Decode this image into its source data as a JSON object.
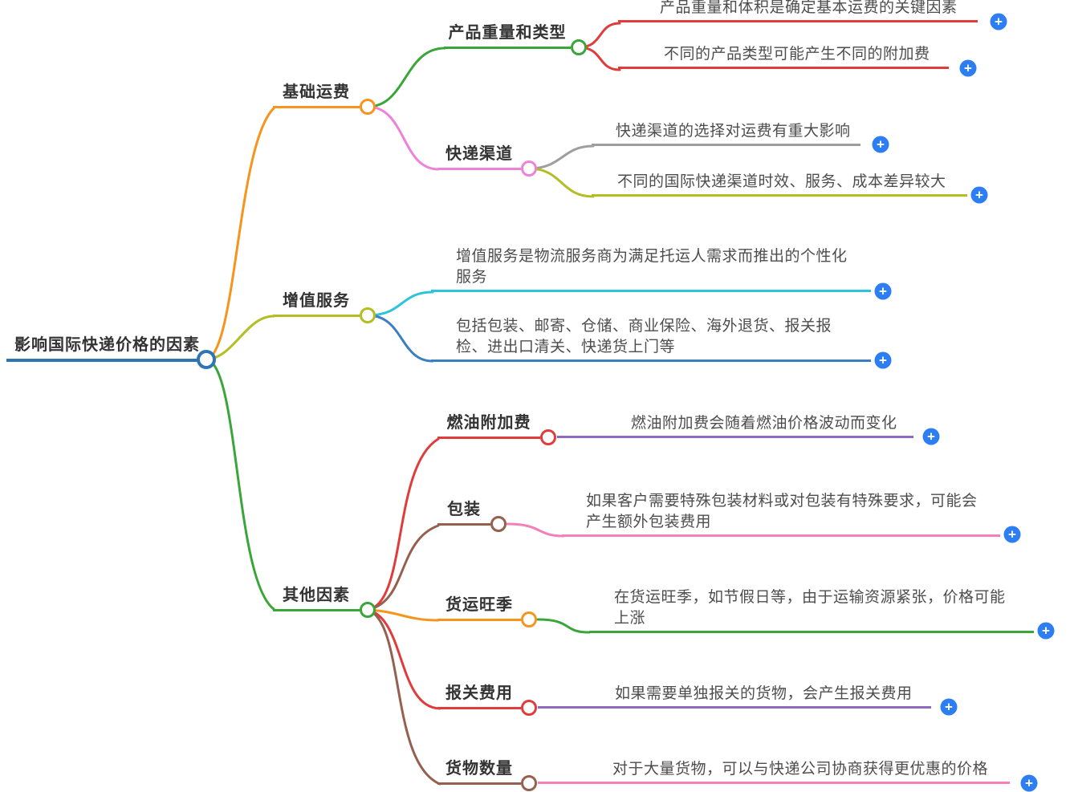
{
  "palette": {
    "root_blue": "#2e75b6",
    "add_button_blue": "#2c7ef2",
    "orange": "#f7941d",
    "green": "#3aa63a",
    "olive": "#b4bd22",
    "red": "#e03c3c",
    "pink_magenta": "#ee82d9",
    "gray": "#9e9e9e",
    "cyan": "#2bc4da",
    "steel_blue": "#3a7fc1",
    "purple": "#8e6ac1",
    "brown": "#96604f",
    "pink": "#f47fba"
  },
  "icons": {
    "add_label": "+"
  },
  "map": {
    "root": {
      "label": "影响国际快递价格的因素"
    },
    "children": [
      {
        "label": "基础运费",
        "children": [
          {
            "label": "产品重量和类型",
            "children": [
              {
                "label": "产品重量和体积是确定基本运费的关键因素"
              },
              {
                "label": "不同的产品类型可能产生不同的附加费"
              }
            ]
          },
          {
            "label": "快递渠道",
            "children": [
              {
                "label": "快递渠道的选择对运费有重大影响"
              },
              {
                "label": "不同的国际快递渠道时效、服务、成本差异较大"
              }
            ]
          }
        ]
      },
      {
        "label": "增值服务",
        "children": [
          {
            "label": "增值服务是物流服务商为满足托运人需求而推出的个性化服务"
          },
          {
            "label": "包括包装、邮寄、仓储、商业保险、海外退货、报关报检、进出口清关、快递货上门等"
          }
        ]
      },
      {
        "label": "其他因素",
        "children": [
          {
            "label": "燃油附加费",
            "children": [
              {
                "label": "燃油附加费会随着燃油价格波动而变化"
              }
            ]
          },
          {
            "label": "包装",
            "children": [
              {
                "label": "如果客户需要特殊包装材料或对包装有特殊要求，可能会产生额外包装费用"
              }
            ]
          },
          {
            "label": "货运旺季",
            "children": [
              {
                "label": "在货运旺季，如节假日等，由于运输资源紧张，价格可能上涨"
              }
            ]
          },
          {
            "label": "报关费用",
            "children": [
              {
                "label": "如果需要单独报关的货物，会产生报关费用"
              }
            ]
          },
          {
            "label": "货物数量",
            "children": [
              {
                "label": "对于大量货物，可以与快递公司协商获得更优惠的价格"
              }
            ]
          }
        ]
      }
    ]
  }
}
